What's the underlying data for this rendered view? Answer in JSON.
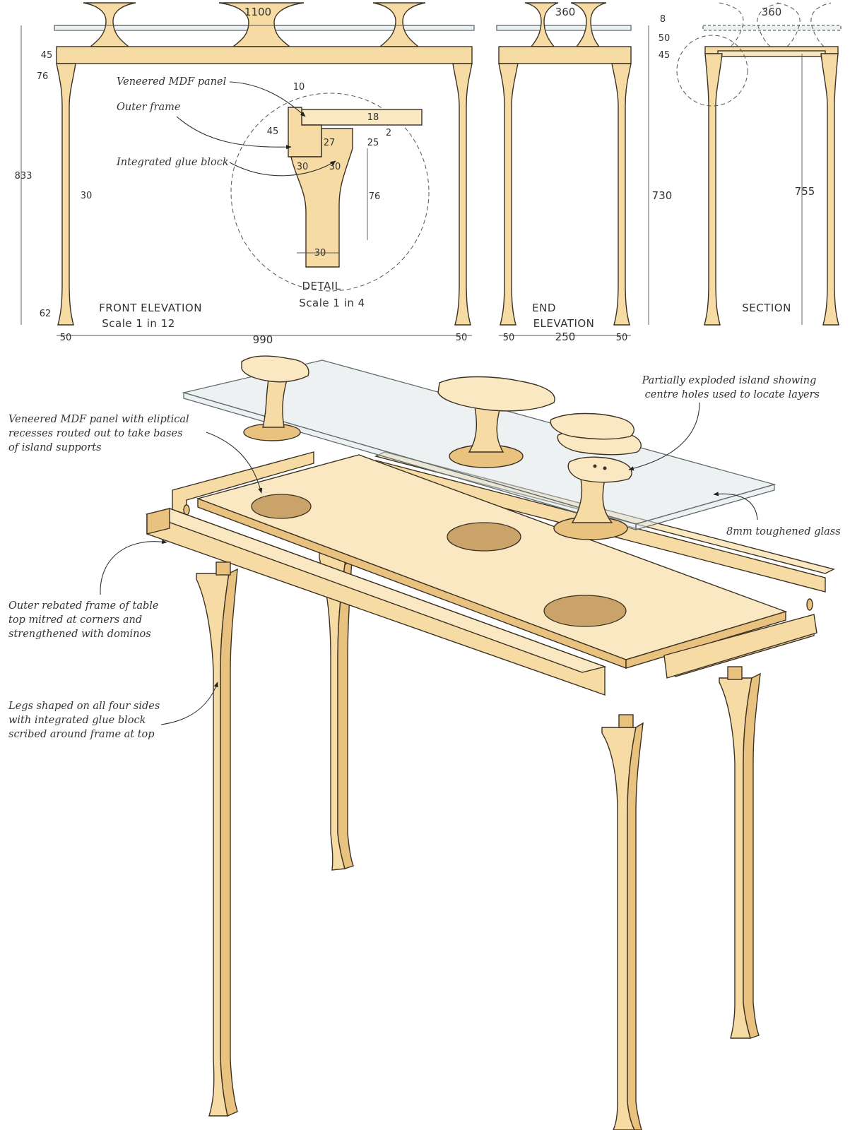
{
  "views": {
    "front": {
      "title": "FRONT ELEVATION",
      "scale": "Scale 1 in 12",
      "dims": {
        "top_width": "1100",
        "frame_h": "45",
        "rail_h": "76",
        "total_h": "833",
        "leg_w_mid": "30",
        "foot_h": "62",
        "leg_left": "50",
        "span": "990",
        "leg_right": "50"
      }
    },
    "detail": {
      "title": "DETAIL",
      "scale": "Scale 1 in 4",
      "dims": {
        "a": "10",
        "b": "18",
        "c": "45",
        "d": "27",
        "e": "2",
        "f": "25",
        "g": "30",
        "h": "30",
        "i": "76",
        "j": "30"
      },
      "labels": {
        "panel": "Veneered MDF panel",
        "frame": "Outer frame",
        "glue": "Integrated glue block"
      }
    },
    "end": {
      "title_1": "END",
      "title_2": "ELEVATION",
      "dims": {
        "top_width": "360",
        "glass": "8",
        "island": "50",
        "frame": "45",
        "height": "730",
        "leg_left": "50",
        "span": "250",
        "leg_right": "50"
      }
    },
    "section": {
      "title": "SECTION",
      "dims": {
        "top_width": "360",
        "height": "755"
      }
    }
  },
  "notes": {
    "island": "Partially exploded island showing centre holes used to locate layers",
    "panel": "Veneered MDF panel with eliptical recesses routed out to take bases of island supports",
    "glass": "8mm toughened glass",
    "frame": "Outer rebated frame of table top mitred at corners and strengthened with dominos",
    "legs": "Legs shaped on all four sides with integrated glue block scribed around frame at top"
  },
  "colors": {
    "wood": "#f6dba4",
    "wood_dark": "#e9c27f",
    "glass": "#dfe6e8",
    "ink": "#333333"
  }
}
